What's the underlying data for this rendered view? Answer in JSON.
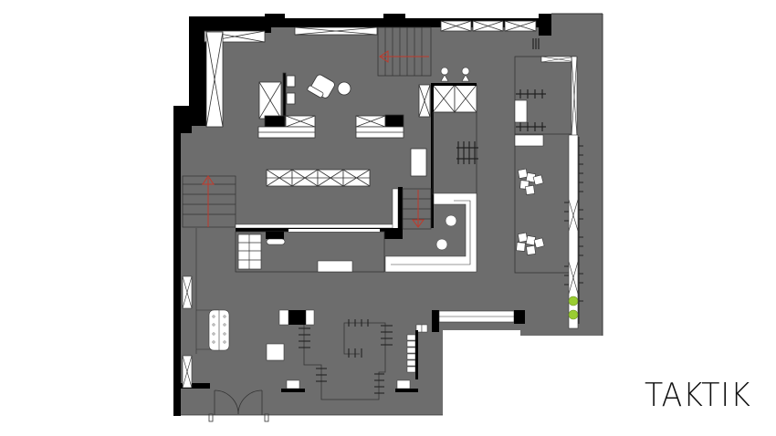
{
  "brand": {
    "name": "TAKTIK"
  },
  "colors": {
    "floor": "#6d6d6d",
    "wall": "#000000",
    "furniture": "#ffffff",
    "outline": "#3a3a3a",
    "arrow": "#c0392b",
    "plant": "#9acd32"
  },
  "plan": {
    "type": "floor-plan",
    "stairs": [
      {
        "id": "stair-top",
        "direction": "left"
      },
      {
        "id": "stair-left",
        "direction": "up"
      },
      {
        "id": "stair-center",
        "direction": "down"
      }
    ],
    "plants": 2,
    "entrance": "double-door"
  }
}
